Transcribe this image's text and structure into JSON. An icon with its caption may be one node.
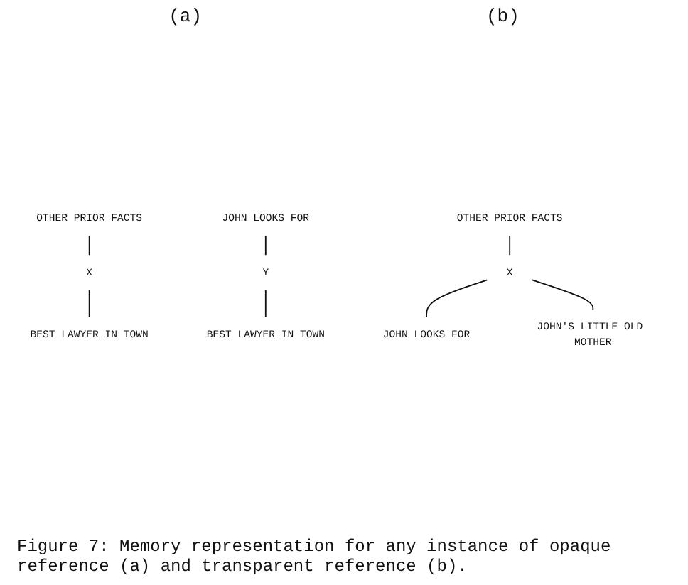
{
  "diagram": {
    "caption": "Figure 7: Memory representation for any instance of opaque reference (a) and transparent reference (b).",
    "nodes": [
      {
        "text": [
          "OTHER PRIOR FACTS"
        ]
      },
      {
        "text": [
          "X"
        ]
      },
      {
        "text": [
          "BEST LAWYER IN TOWN"
        ]
      },
      {
        "text": [
          "JOHN LOOKS FOR"
        ]
      },
      {
        "text": [
          "Y"
        ]
      },
      {
        "text": [
          "BEST LAWYER IN TOWN"
        ]
      },
      {
        "text": [
          "OTHER PRIOR FACTS"
        ]
      },
      {
        "text": [
          "X"
        ]
      },
      {
        "text": [
          "JOHN LOOKS FOR"
        ]
      },
      {
        "text": [
          "JOHN'S LITTLE OLD MOTHER"
        ]
      }
    ],
    "edges": [
      {
        "from": 0,
        "to": 1,
        "arrow": "none"
      },
      {
        "from": 1,
        "to": 2,
        "arrow": "none"
      },
      {
        "from": 3,
        "to": 4,
        "arrow": "none"
      },
      {
        "from": 4,
        "to": 5,
        "arrow": "none"
      },
      {
        "from": 6,
        "to": 7,
        "arrow": "none"
      },
      {
        "from": 7,
        "to": 8,
        "arrow": "none"
      },
      {
        "from": 7,
        "to": 9,
        "arrow": "none"
      }
    ],
    "labels": [
      "(a)",
      "(b)"
    ]
  }
}
